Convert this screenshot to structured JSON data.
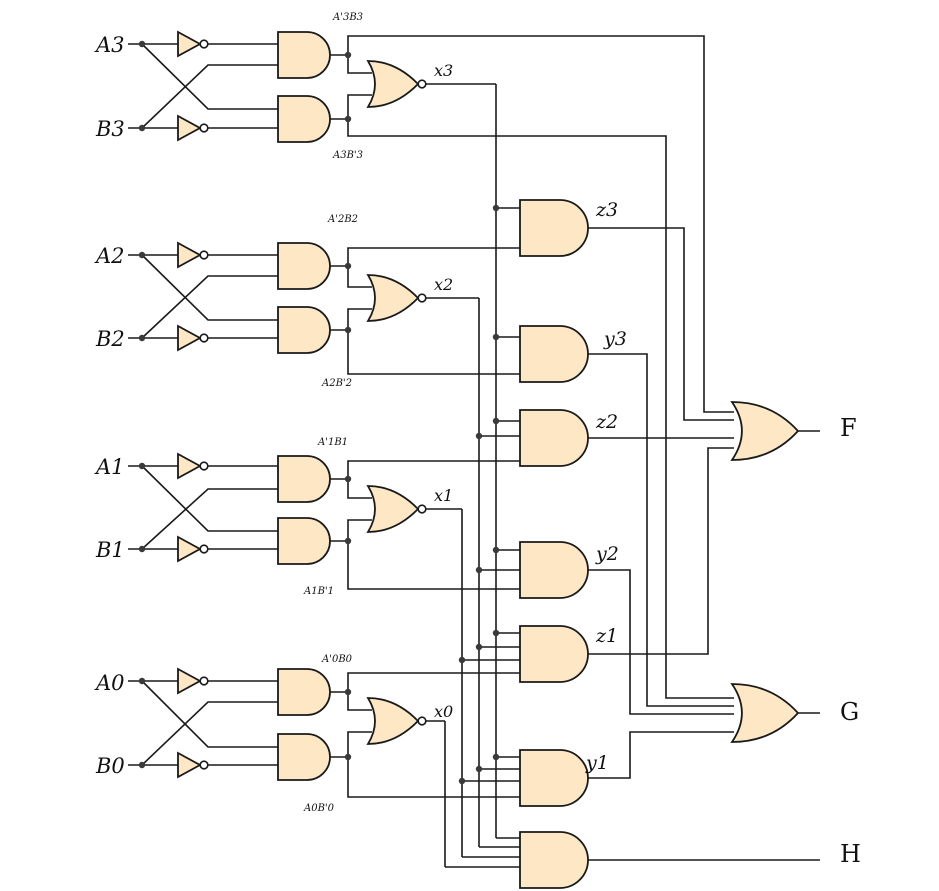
{
  "inputs": [
    {
      "a": "A3",
      "b": "B3"
    },
    {
      "a": "A2",
      "b": "B2"
    },
    {
      "a": "A1",
      "b": "B1"
    },
    {
      "a": "A0",
      "b": "B0"
    }
  ],
  "terms": [
    {
      "top": "A'3B3",
      "bottom": "A3B'3"
    },
    {
      "top": "A'2B2",
      "bottom": "A2B'2"
    },
    {
      "top": "A'1B1",
      "bottom": "A1B'1"
    },
    {
      "top": "A'0B0",
      "bottom": "A0B'0"
    }
  ],
  "x_labels": [
    "x3",
    "x2",
    "x1",
    "x0"
  ],
  "middle_gates": [
    {
      "id": "z3",
      "label": "z3"
    },
    {
      "id": "y3",
      "label": "y3"
    },
    {
      "id": "z2",
      "label": "z2"
    },
    {
      "id": "y2",
      "label": "y2"
    },
    {
      "id": "z1",
      "label": "z1"
    },
    {
      "id": "y1",
      "label": "y1"
    },
    {
      "id": "h",
      "label": ""
    }
  ],
  "outputs": {
    "f": "F",
    "g": "G",
    "h": "H"
  }
}
